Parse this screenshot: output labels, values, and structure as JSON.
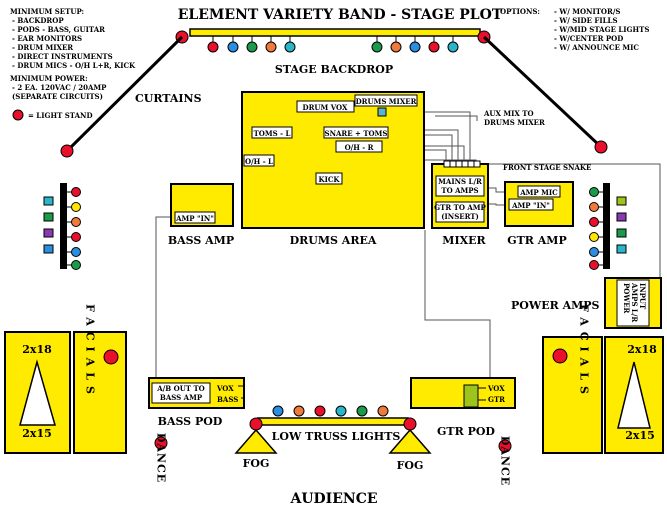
{
  "title": "ELEMENT VARIETY BAND - STAGE PLOT",
  "setup": {
    "heading": "MINIMUM SETUP:",
    "items": [
      "- BACKDROP",
      "- PODS - BASS, GUITAR",
      "- EAR MONITORS",
      "- DRUM MIXER",
      "- DIRECT INSTRUMENTS",
      "- DRUM MICS - O/H L+R, KICK"
    ],
    "power_heading": "MINIMUM POWER:",
    "power_items": [
      "- 2 EA. 120VAC / 20AMP",
      "(SEPARATE CIRCUITS)"
    ],
    "light_legend": "= LIGHT STAND"
  },
  "options": {
    "heading": "OPTIONS:",
    "items": [
      "- W/ MONITOR/S",
      "- W/ SIDE FILLS",
      "- W/MID STAGE LIGHTS",
      "- W/CENTER POD",
      "- W/ ANNOUNCE MIC"
    ]
  },
  "stage": {
    "backdrop": "STAGE BACKDROP",
    "curtains": "CURTAINS",
    "audience": "AUDIENCE",
    "low_truss": "LOW TRUSS LIGHTS",
    "fog": "FOG",
    "dance": "DANCE",
    "snake": "FRONT STAGE SNAKE",
    "aux_mix": [
      "AUX MIX TO",
      "DRUMS MIXER"
    ]
  },
  "drums": {
    "area": "DRUMS AREA",
    "drum_vox": "DRUM VOX",
    "drums_mixer": "DRUMS MIXER",
    "toms_l": "TOMS - L",
    "snare_toms": "SNARE + TOMS",
    "oh_r": "O/H - R",
    "oh_l": "O/H - L",
    "kick": "KICK"
  },
  "bass_amp": {
    "label": "BASS AMP",
    "input": "AMP \"IN\""
  },
  "mixer": {
    "label": "MIXER",
    "mains": [
      "MAINS L/R",
      "TO AMPS"
    ],
    "gtr": [
      "GTR TO AMP",
      "(INSERT)"
    ]
  },
  "gtr_amp": {
    "label": "GTR AMP",
    "mic": "AMP MIC",
    "input": "AMP \"IN\""
  },
  "power_amps": {
    "label": "POWER AMPS",
    "input": [
      "POWER",
      "AMPS L/R",
      "INPUT"
    ]
  },
  "bass_pod": {
    "label": "BASS POD",
    "ab": [
      "A/B OUT TO",
      "BASS AMP"
    ],
    "vox": "VOX",
    "bass": "BASS"
  },
  "gtr_pod": {
    "label": "GTR POD",
    "vox": "VOX",
    "gtr": "GTR"
  },
  "speakers": {
    "top": "2x18",
    "bottom": "2x15",
    "facials": "FACIALS"
  },
  "colors": {
    "yellow": "#ffeb00",
    "red": "#e8102a",
    "blue": "#2a8fe0",
    "green": "#1a9a4a",
    "orange": "#f07a3a",
    "purple": "#8a3ab0",
    "cyan": "#29b6c8",
    "yellow_light": "#ffe600",
    "olive": "#9cc41a"
  }
}
